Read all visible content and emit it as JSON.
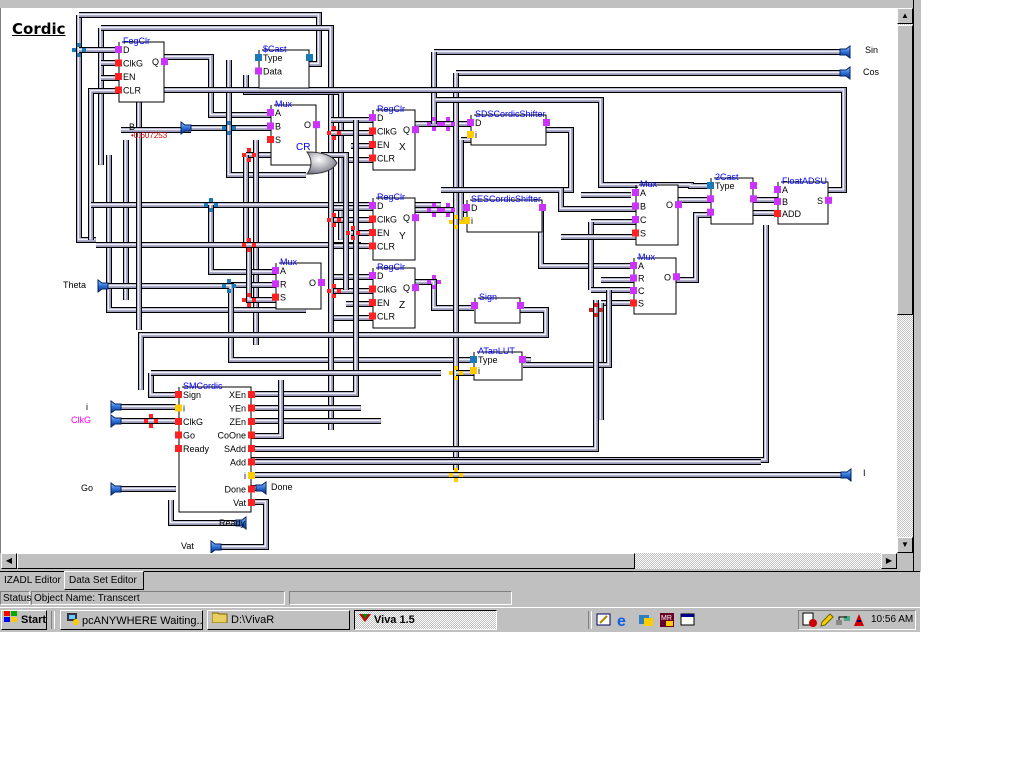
{
  "window": {
    "sheet_title": "Cordic"
  },
  "schematic": {
    "blocks": [
      {
        "id": "fegclr",
        "title": "FegClr",
        "ports_left": [
          "D",
          "ClkG",
          "EN",
          "CLR"
        ],
        "ports_right": [
          "Q"
        ],
        "inner_label": ""
      },
      {
        "id": "scast",
        "title": "$Cast",
        "ports_left": [
          "Type",
          "Data"
        ],
        "ports_right": [
          ""
        ],
        "inner_label": ""
      },
      {
        "id": "mux1",
        "title": "Mux",
        "ports_left": [
          "A",
          "B",
          "S"
        ],
        "ports_right": [
          "O"
        ],
        "inner_label": ""
      },
      {
        "id": "regx",
        "title": "RegClr",
        "ports_left": [
          "D",
          "ClkG",
          "EN",
          "CLR"
        ],
        "ports_right": [
          "Q"
        ],
        "inner_label": "X"
      },
      {
        "id": "regy",
        "title": "RegClr",
        "ports_left": [
          "D",
          "ClkG",
          "EN",
          "CLR"
        ],
        "ports_right": [
          "Q"
        ],
        "inner_label": "Y"
      },
      {
        "id": "regz",
        "title": "RegClr",
        "ports_left": [
          "D",
          "ClkG",
          "EN",
          "CLR"
        ],
        "ports_right": [
          "Q"
        ],
        "inner_label": "Z"
      },
      {
        "id": "mux2",
        "title": "Mux",
        "ports_left": [
          "A",
          "R",
          "S"
        ],
        "ports_right": [
          "O"
        ],
        "inner_label": ""
      },
      {
        "id": "sdsshift",
        "title": "SDSCordicShifter",
        "ports_left": [
          "D",
          "i"
        ],
        "ports_right": [
          ""
        ],
        "inner_label": ""
      },
      {
        "id": "sesshift",
        "title": "SESCordicShifter",
        "ports_left": [
          "D",
          "i"
        ],
        "ports_right": [
          ""
        ],
        "inner_label": ""
      },
      {
        "id": "sign",
        "title": "Sign",
        "ports_left": [
          ""
        ],
        "ports_right": [
          ""
        ],
        "inner_label": ""
      },
      {
        "id": "atanlut",
        "title": "ATanLUT",
        "ports_left": [
          "Type",
          "i"
        ],
        "ports_right": [
          ""
        ],
        "inner_label": ""
      },
      {
        "id": "mux3",
        "title": "Mux",
        "ports_left": [
          "A",
          "B",
          "C",
          "S"
        ],
        "ports_right": [
          "O"
        ],
        "inner_label": ""
      },
      {
        "id": "mux4",
        "title": "Mux",
        "ports_left": [
          "A",
          "R",
          "C",
          "S"
        ],
        "ports_right": [
          "O"
        ],
        "inner_label": ""
      },
      {
        "id": "cast2",
        "title": "2Cast",
        "ports_left": [
          "Type",
          "",
          ""
        ],
        "ports_right": [
          "",
          ""
        ],
        "inner_label": ""
      },
      {
        "id": "floatadsu",
        "title": "FloatADSU",
        "ports_left": [
          "A",
          "B",
          "ADD"
        ],
        "ports_right": [
          "S"
        ],
        "inner_label": ""
      },
      {
        "id": "smcordic",
        "title": "SMCordic",
        "ports_left": [
          "Sign",
          "i",
          "ClkG",
          "Go",
          "Ready"
        ],
        "ports_right": [
          "XEn",
          "YEn",
          "ZEn",
          "CoOne",
          "SAdd",
          "Add",
          "i",
          "Done",
          "Vat"
        ],
        "inner_label": ""
      }
    ],
    "gate_label": "CR",
    "constant": {
      "name": "B",
      "value": "0.607253"
    },
    "inputs": [
      {
        "label": "Theta",
        "color": "#000000"
      },
      {
        "label": "i",
        "color": "#000000"
      },
      {
        "label": "ClkG",
        "color": "#ff00ff"
      },
      {
        "label": "Go",
        "color": "#000000"
      },
      {
        "label": "Vat",
        "color": "#000000"
      }
    ],
    "outputs": [
      {
        "label": "Sin"
      },
      {
        "label": "Cos"
      },
      {
        "label": "I"
      },
      {
        "label": "Done"
      },
      {
        "label": "Ready"
      }
    ]
  },
  "tabs": [
    {
      "label": "IZADL Editor",
      "active": true
    },
    {
      "label": "Data Set Editor",
      "active": false
    }
  ],
  "status": {
    "label": "Status",
    "object_name": "Object Name: Transcert",
    "progress": ""
  },
  "taskbar": {
    "start_label": "Start",
    "buttons": [
      {
        "label": "pcANYWHERE Waiting...",
        "icon": "pcanywhere-icon",
        "active": false
      },
      {
        "label": "D:\\VivaR",
        "icon": "folder-icon",
        "active": false
      },
      {
        "label": "Viva 1.5",
        "icon": "viva-icon",
        "active": true
      }
    ],
    "quick_launch": [
      "desktop-icon",
      "internet-explorer-icon",
      "outlook-icon",
      "app-icon",
      "window-icon"
    ],
    "tray_icons": [
      "scheduler-icon",
      "pencil-icon",
      "network-icon",
      "antivirus-icon"
    ],
    "clock": "10:56 AM"
  },
  "colors": {
    "port_magenta": "#cc33ff",
    "port_red": "#ff2222",
    "port_blue": "#1a7ab8",
    "port_yellow": "#ffcc00",
    "block_title": "#0000ff"
  }
}
